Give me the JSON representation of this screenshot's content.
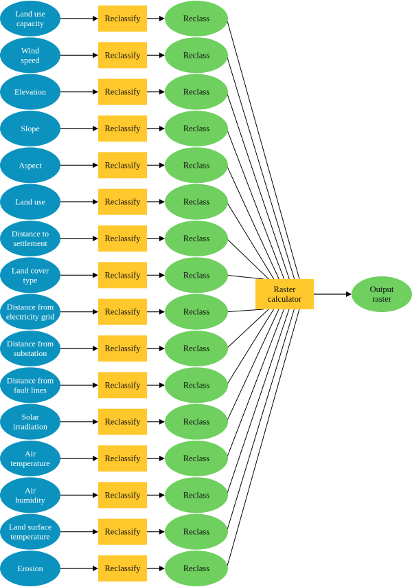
{
  "colors": {
    "input_node": "#0B92BE",
    "process_node": "#FFC82C",
    "reclass_node": "#6FCF5F",
    "output_node": "#6FCF5F",
    "connector": "#000000"
  },
  "inputs": [
    {
      "lines": [
        "Land use",
        "capacity"
      ]
    },
    {
      "lines": [
        "Wind",
        "speed"
      ]
    },
    {
      "lines": [
        "Elevation"
      ]
    },
    {
      "lines": [
        "Slope"
      ]
    },
    {
      "lines": [
        "Aspect"
      ]
    },
    {
      "lines": [
        "Land use"
      ]
    },
    {
      "lines": [
        "Distance to",
        "settlement"
      ]
    },
    {
      "lines": [
        "Land cover",
        "type"
      ]
    },
    {
      "lines": [
        "Distance from",
        "electricity grid"
      ]
    },
    {
      "lines": [
        "Distance from",
        "substation"
      ]
    },
    {
      "lines": [
        "Distance from",
        "fault lines"
      ]
    },
    {
      "lines": [
        "Solar",
        "irradiation"
      ]
    },
    {
      "lines": [
        "Air",
        "temperature"
      ]
    },
    {
      "lines": [
        "Air",
        "humidity"
      ]
    },
    {
      "lines": [
        "Land surface",
        "temperature"
      ]
    },
    {
      "lines": [
        "Erosion"
      ]
    }
  ],
  "process_label": "Reclassify",
  "reclass_label": "Reclass",
  "calculator": {
    "lines": [
      "Raster",
      "calculator"
    ]
  },
  "output": {
    "lines": [
      "Output",
      "raster"
    ]
  }
}
